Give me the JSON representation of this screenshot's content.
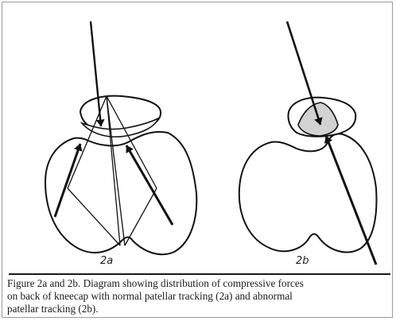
{
  "figure": {
    "panels": [
      {
        "label": "2a"
      },
      {
        "label": "2b"
      }
    ],
    "caption_lines": [
      "Figure 2a and 2b. Diagram showing distribution of compressive forces",
      "on back of kneecap with normal patellar tracking (2a) and abnormal",
      "patellar tracking (2b)."
    ],
    "colors": {
      "line": "#111111",
      "patella_contact_shading": "#d2d2d2",
      "background": "#ffffff"
    }
  }
}
